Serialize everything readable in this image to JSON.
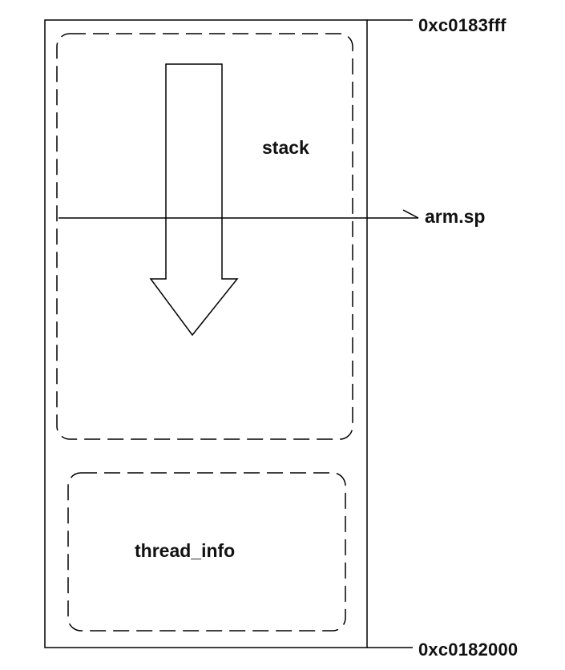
{
  "diagram": {
    "stack_label": "stack",
    "sp_label": "arm.sp",
    "thread_info_label": "thread_info",
    "top_address": "0xc0183fff",
    "bottom_address": "0xc0182000"
  },
  "colors": {
    "line": "#000000",
    "background": "#ffffff"
  }
}
